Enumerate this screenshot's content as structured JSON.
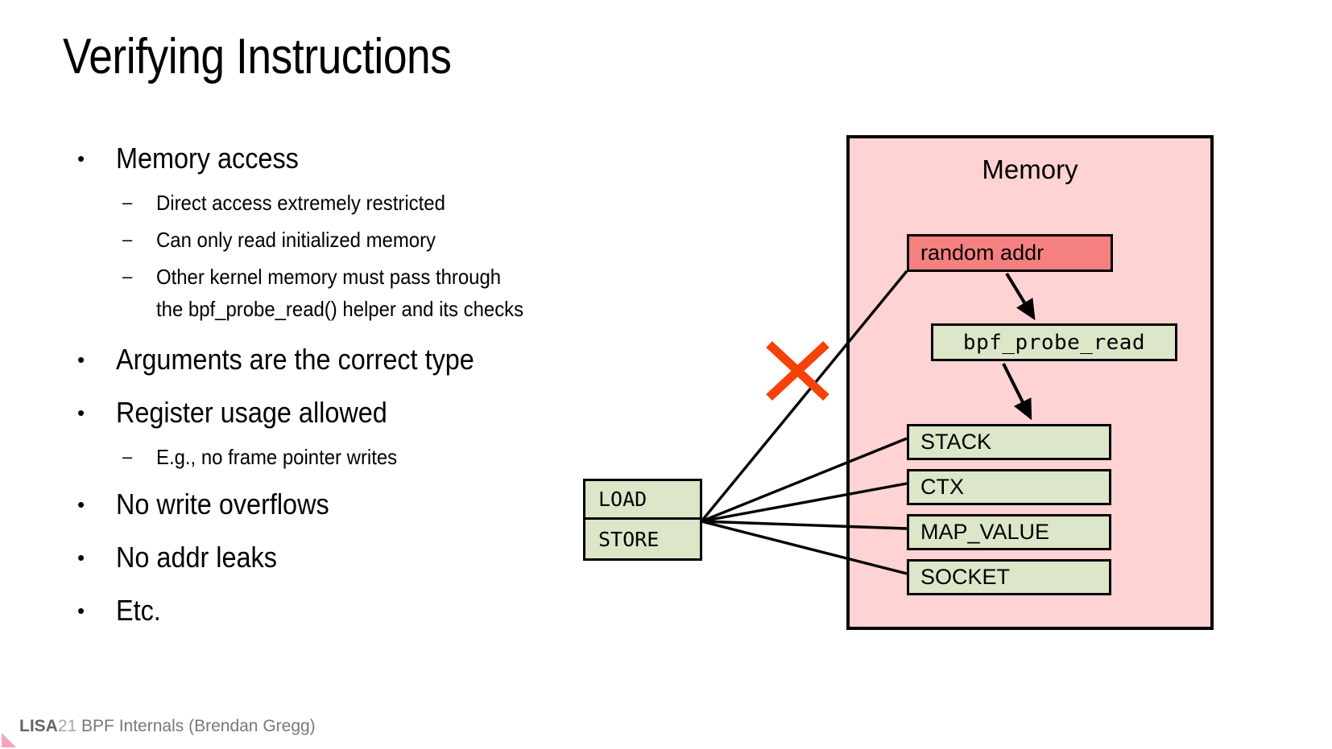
{
  "slide": {
    "title": "Verifying Instructions",
    "bullets": [
      {
        "level": 1,
        "marker": "•",
        "text": "Memory access"
      },
      {
        "level": 2,
        "marker": "–",
        "text": "Direct access extremely restricted"
      },
      {
        "level": 2,
        "marker": "–",
        "text": "Can only read initialized memory"
      },
      {
        "level": 2,
        "marker": "–",
        "text": "Other kernel memory must pass through\nthe bpf_probe_read() helper and its checks"
      },
      {
        "level": 1,
        "marker": "•",
        "text": "Arguments are the correct type"
      },
      {
        "level": 1,
        "marker": "•",
        "text": "Register usage allowed"
      },
      {
        "level": 2,
        "marker": "–",
        "text": "E.g., no frame pointer writes"
      },
      {
        "level": 1,
        "marker": "•",
        "text": "No write overflows"
      },
      {
        "level": 1,
        "marker": "•",
        "text": "No addr leaks"
      },
      {
        "level": 1,
        "marker": "•",
        "text": "Etc."
      }
    ]
  },
  "diagram": {
    "memory_panel_label": "Memory",
    "memory_panel_color": "#FFD3D3",
    "box_fill_color": "#DCE6C8",
    "danger_fill_color": "#F58080",
    "blocked_mark_color": "#F5420A",
    "instruction_box": {
      "load_label": "LOAD",
      "store_label": "STORE"
    },
    "memory_targets": [
      {
        "label": "random addr",
        "style": "danger"
      },
      {
        "label": "bpf_probe_read",
        "style": "mono"
      },
      {
        "label": "STACK",
        "style": "normal"
      },
      {
        "label": "CTX",
        "style": "normal"
      },
      {
        "label": "MAP_VALUE",
        "style": "normal"
      },
      {
        "label": "SOCKET",
        "style": "normal"
      }
    ]
  },
  "footer": {
    "brand": "LISA",
    "year": "21",
    "subtitle": " BPF Internals (Brendan Gregg)"
  }
}
